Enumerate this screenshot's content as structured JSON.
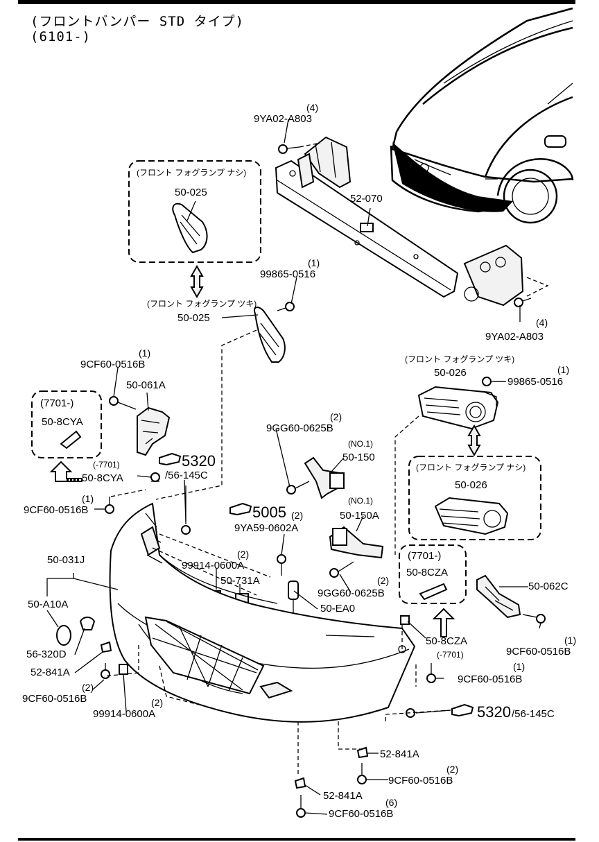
{
  "header": {
    "line1": "(フロントバンパー STD タイプ)",
    "line2": "(6101-)"
  },
  "boxes": {
    "fog_none_left": "(フロント フォグランプ ナシ)",
    "fog_none_right": "(フロント フォグランプ ナシ)",
    "cond_7701_left": "(7701-)",
    "cond_7701_right": "(7701-)"
  },
  "notes": {
    "fog_with_left": "(フロント フォグランプ ツキ)",
    "fog_with_right": "(フロント フォグランプ ツキ)",
    "pre_7701_a": "(-7701)",
    "pre_7701_b": "(-7701)",
    "no1_a": "(NO.1)",
    "no1_b": "(NO.1)"
  },
  "refs": {
    "ref_5320_upper": "5320",
    "ref_5320_upper_sub": "/56-145C",
    "ref_5005": "5005",
    "ref_5320_lower": "5320",
    "ref_5320_lower_sub": "/56-145C"
  },
  "parts": [
    {
      "id": "9YA02-A803",
      "qty": "(4)"
    },
    {
      "id": "52-070",
      "qty": ""
    },
    {
      "id": "50-025",
      "qty": ""
    },
    {
      "id": "99865-0516",
      "qty": "(1)"
    },
    {
      "id": "50-025",
      "qty": ""
    },
    {
      "id": "9YA02-A803",
      "qty": "(4)"
    },
    {
      "id": "9CF60-0516B",
      "qty": "(1)"
    },
    {
      "id": "50-061A",
      "qty": ""
    },
    {
      "id": "50-8CYA",
      "qty": ""
    },
    {
      "id": "50-8CYA",
      "qty": ""
    },
    {
      "id": "9CF60-0516B",
      "qty": "(1)"
    },
    {
      "id": "50-026",
      "qty": ""
    },
    {
      "id": "99865-0516",
      "qty": "(1)"
    },
    {
      "id": "9GG60-0625B",
      "qty": "(2)"
    },
    {
      "id": "50-150",
      "qty": ""
    },
    {
      "id": "50-026",
      "qty": ""
    },
    {
      "id": "9YA59-0602A",
      "qty": "(2)"
    },
    {
      "id": "50-150A",
      "qty": ""
    },
    {
      "id": "50-031J",
      "qty": ""
    },
    {
      "id": "99914-0600A",
      "qty": "(2)"
    },
    {
      "id": "50-731A",
      "qty": ""
    },
    {
      "id": "9GG60-0625B",
      "qty": "(2)"
    },
    {
      "id": "50-8CZA",
      "qty": ""
    },
    {
      "id": "50-A10A",
      "qty": ""
    },
    {
      "id": "50-EA0",
      "qty": ""
    },
    {
      "id": "50-062C",
      "qty": ""
    },
    {
      "id": "56-320D",
      "qty": ""
    },
    {
      "id": "50-8CZA",
      "qty": ""
    },
    {
      "id": "9CF60-0516B",
      "qty": "(1)"
    },
    {
      "id": "52-841A",
      "qty": ""
    },
    {
      "id": "9CF60-0516B",
      "qty": "(1)"
    },
    {
      "id": "9CF60-0516B",
      "qty": "(2)"
    },
    {
      "id": "99914-0600A",
      "qty": "(2)"
    },
    {
      "id": "52-841A",
      "qty": ""
    },
    {
      "id": "9CF60-0516B",
      "qty": "(2)"
    },
    {
      "id": "52-841A",
      "qty": ""
    },
    {
      "id": "9CF60-0516B",
      "qty": "(6)"
    }
  ]
}
